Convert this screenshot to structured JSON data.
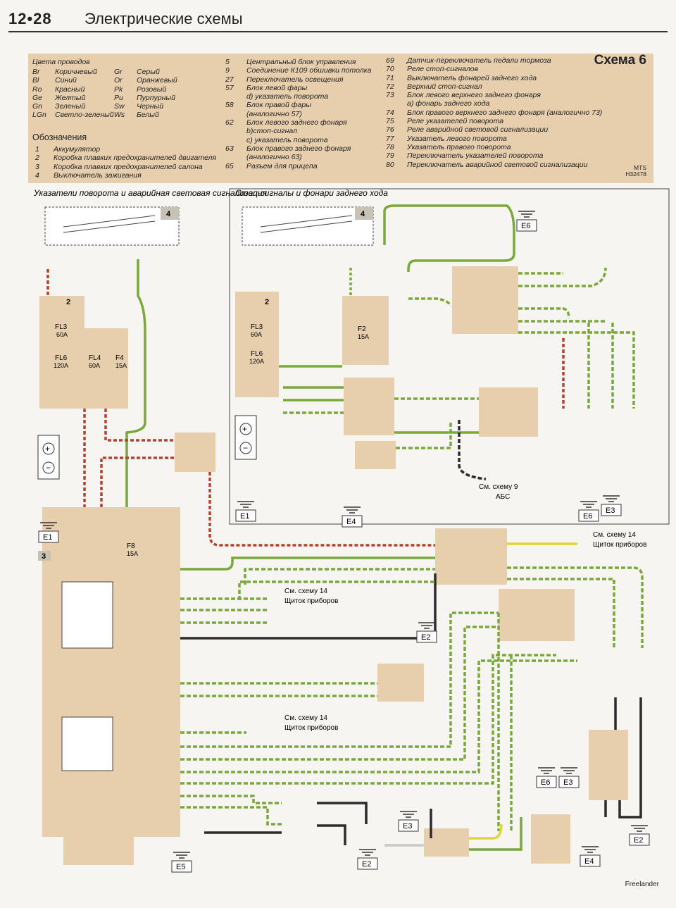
{
  "header": {
    "page": "12•28",
    "title": "Электрические схемы"
  },
  "legend": {
    "scheme_title": "Схема 6",
    "colors_title": "Цвета проводов",
    "colors_left": [
      {
        "code": "Br",
        "name": "Коричневый"
      },
      {
        "code": "Bl",
        "name": "Синий"
      },
      {
        "code": "Ro",
        "name": "Красный"
      },
      {
        "code": "Ge",
        "name": "Желтый"
      },
      {
        "code": "Gn",
        "name": "Зеленый"
      },
      {
        "code": "LGn",
        "name": "Светло-зеленый"
      }
    ],
    "colors_right": [
      {
        "code": "Gr",
        "name": "Серый"
      },
      {
        "code": "Or",
        "name": "Оранжевый"
      },
      {
        "code": "Pk",
        "name": "Розовый"
      },
      {
        "code": "Pu",
        "name": "Пурпурный"
      },
      {
        "code": "Sw",
        "name": "Черный"
      },
      {
        "code": "Ws",
        "name": "Белый"
      }
    ],
    "notes_title": "Обозначения",
    "notes": [
      {
        "n": "1",
        "text": "Аккумулятор"
      },
      {
        "n": "2",
        "text": "Коробка плавких предохранителей двигателя"
      },
      {
        "n": "3",
        "text": "Коробка плавких предохранителей салона"
      },
      {
        "n": "4",
        "text": "Выключатель зажигания"
      }
    ],
    "components_mid": [
      {
        "n": "5",
        "text": "Центральный блок управления"
      },
      {
        "n": "9",
        "text": "Соединение К109 обшивки потолка"
      },
      {
        "n": "27",
        "text": "Переключатель освещения"
      },
      {
        "n": "57",
        "text": "Блок левой фары"
      },
      {
        "n": "",
        "text": "d) указатель поворота"
      },
      {
        "n": "58",
        "text": "Блок правой фары"
      },
      {
        "n": "",
        "text": "(аналогично 57)"
      },
      {
        "n": "62",
        "text": "Блок левого заднего фонаря"
      },
      {
        "n": "",
        "text": "b)стоп-сигнал"
      },
      {
        "n": "",
        "text": "c) указатель поворота"
      },
      {
        "n": "63",
        "text": "Блок правого заднего фонаря"
      },
      {
        "n": "",
        "text": "(аналогично 63)"
      },
      {
        "n": "65",
        "text": "Разъем для прицепа"
      }
    ],
    "components_right": [
      {
        "n": "69",
        "text": "Датчик-переключатель педали тормоза"
      },
      {
        "n": "70",
        "text": "Реле стоп-сигналов"
      },
      {
        "n": "71",
        "text": "Выключатель фонарей заднего хода"
      },
      {
        "n": "72",
        "text": "Верхний стоп-сигнал"
      },
      {
        "n": "73",
        "text": "Блок левого верхнего заднего фонаря"
      },
      {
        "n": "",
        "text": "а) фонарь заднего хода"
      },
      {
        "n": "74",
        "text": "Блок правого верхнего заднего фонаря (аналогично 73)"
      },
      {
        "n": "75",
        "text": "Реле указателей поворота"
      },
      {
        "n": "76",
        "text": "Реле аварийной световой сигнализации"
      },
      {
        "n": "77",
        "text": "Указатель левого поворота"
      },
      {
        "n": "78",
        "text": "Указатель правого поворота"
      },
      {
        "n": "79",
        "text": "Переключатель указателей поворота"
      },
      {
        "n": "80",
        "text": "Переключатель аварийной световой сигнализации"
      }
    ],
    "mts": "MTS",
    "code": "H32478"
  },
  "sections": {
    "left": "Указатели поворота и аварийная световая сигнализация",
    "right": "Стоп-сигналы и фонари заднего хода"
  },
  "refs": {
    "abs_1": "См. схему 9",
    "abs_2": "АБС",
    "dash_a1": "См. схему 14",
    "dash_a2": "Щиток приборов",
    "dash_b1": "См. схему 14",
    "dash_b2": "Щиток приборов",
    "dash_c1": "См. схему 14",
    "dash_c2": "Щиток приборов"
  },
  "grounds": [
    "E1",
    "E1",
    "E2",
    "E2",
    "E2",
    "E3",
    "E3",
    "E3",
    "E4",
    "E4",
    "E5",
    "E6",
    "E6",
    "E6"
  ],
  "fuses": {
    "left": [
      {
        "id": "FL3",
        "rating": "60A"
      },
      {
        "id": "FL6",
        "rating": "120A"
      },
      {
        "id": "FL4",
        "rating": "60A"
      },
      {
        "id": "F4",
        "rating": "15A"
      }
    ],
    "right": [
      {
        "id": "FL3",
        "rating": "60A"
      },
      {
        "id": "FL6",
        "rating": "120A"
      },
      {
        "id": "F2",
        "rating": "15A"
      }
    ],
    "f8": {
      "id": "F8",
      "rating": "15A"
    }
  },
  "colors": {
    "green": "#7aa83a",
    "red": "#b5432c",
    "black": "#2b2b2b",
    "yellow": "#e3d33a",
    "box": "#e7cfae",
    "box_dark": "#d8bd98",
    "label": "#c7c2b6"
  },
  "footer": "Freelander"
}
